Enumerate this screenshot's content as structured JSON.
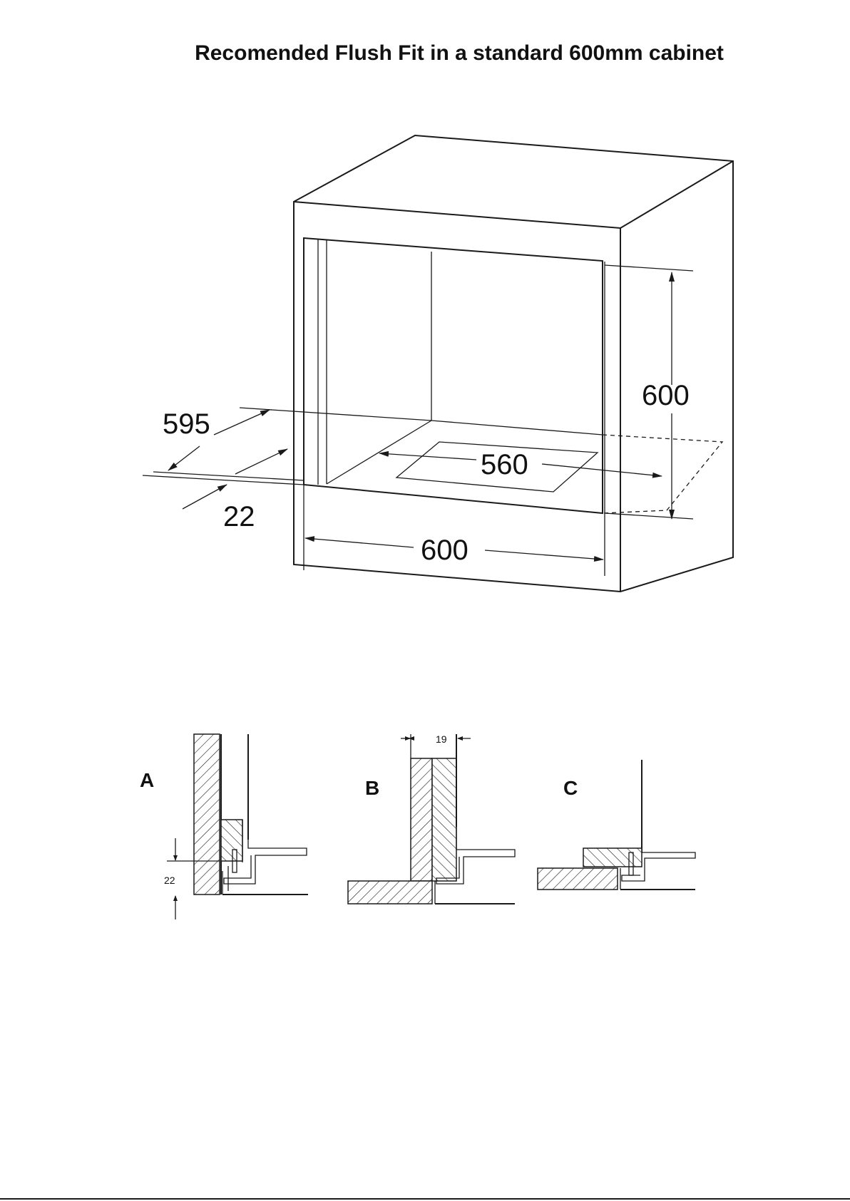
{
  "title": "Recomended Flush Fit in a standard 600mm cabinet",
  "main_diagram": {
    "dim_height": "600",
    "dim_width": "600",
    "dim_depth_outer": "595",
    "dim_depth_inner": "22",
    "dim_cutout": "560"
  },
  "details": {
    "a": {
      "letter": "A",
      "dim": "22"
    },
    "b": {
      "letter": "B",
      "dim": "19"
    },
    "c": {
      "letter": "C"
    }
  }
}
